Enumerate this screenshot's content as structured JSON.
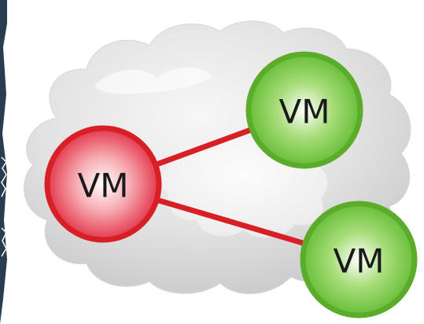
{
  "nodes": [
    {
      "id": "vm-red",
      "label": "VM",
      "status": "red"
    },
    {
      "id": "vm-green-top",
      "label": "VM",
      "status": "green"
    },
    {
      "id": "vm-green-bottom",
      "label": "VM",
      "status": "green"
    }
  ],
  "edges": [
    {
      "from": "vm-red",
      "to": "vm-green-top"
    },
    {
      "from": "vm-red",
      "to": "vm-green-bottom"
    }
  ],
  "colors": {
    "red_node_fill_light": "#ffffff",
    "red_node_fill_mid": "#f6aab0",
    "red_node_fill_dark": "#e0213a",
    "red_node_border": "#d91f26",
    "green_node_fill_light": "#ffffff",
    "green_node_fill_mid": "#a8dd7a",
    "green_node_fill_dark": "#5cb82d",
    "green_node_border": "#5aac2a",
    "edge": "#d91f26",
    "cloud_light": "#f2f2f2",
    "cloud_dark": "#c6c6c6",
    "left_edge_fragment": "#2a3c52"
  },
  "icons": {
    "background": "cloud-icon"
  }
}
